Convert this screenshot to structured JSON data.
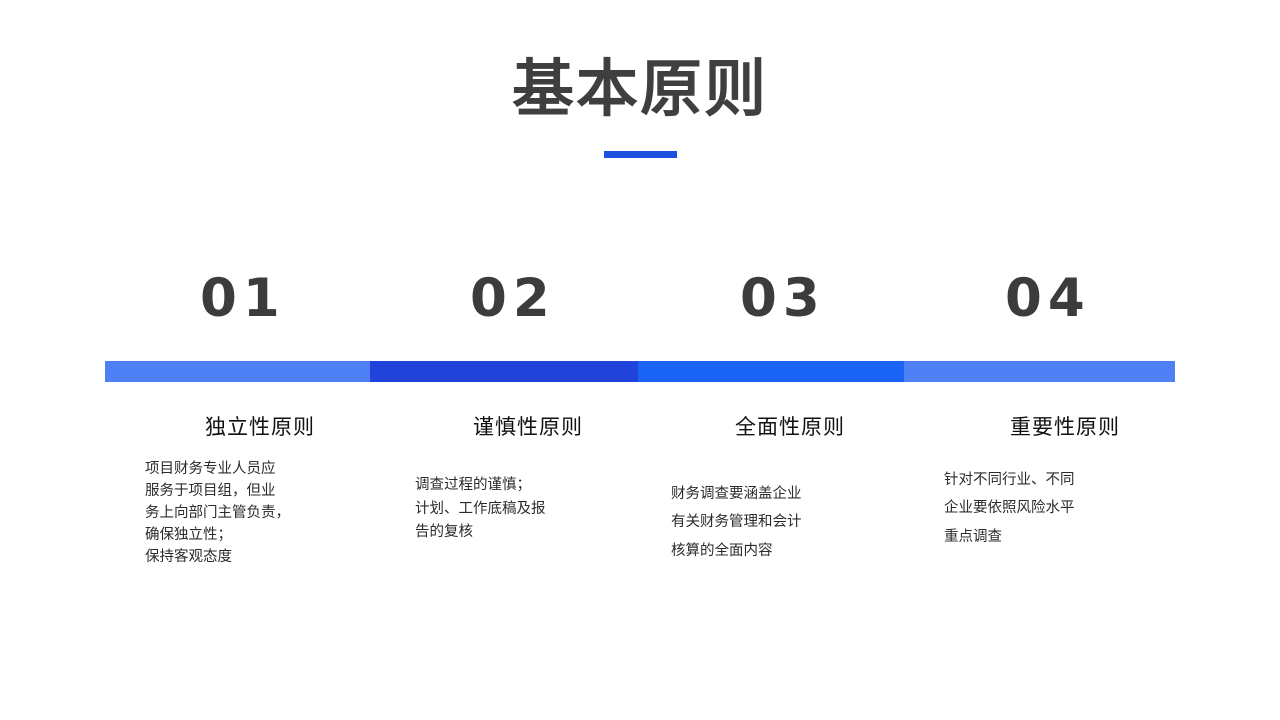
{
  "slide": {
    "title": "基本原则",
    "accent_color": "#1b4fe0",
    "title_color": "#3f3f3f",
    "background_color": "#ffffff"
  },
  "timeline": {
    "segments": [
      {
        "number": "01",
        "color": "#4d7ff5"
      },
      {
        "number": "02",
        "color": "#2143d9"
      },
      {
        "number": "03",
        "color": "#1a64f5"
      },
      {
        "number": "04",
        "color": "#4f80f6"
      }
    ]
  },
  "columns": [
    {
      "number": "01",
      "heading": "独立性原则",
      "body": "项目财务专业人员应\n服务于项目组，但业\n务上向部门主管负责，\n确保独立性；\n保持客观态度"
    },
    {
      "number": "02",
      "heading": "谨慎性原则",
      "body": "调查过程的谨慎；\n计划、工作底稿及报\n告的复核"
    },
    {
      "number": "03",
      "heading": "全面性原则",
      "body": "财务调查要涵盖企业\n有关财务管理和会计\n核算的全面内容"
    },
    {
      "number": "04",
      "heading": "重要性原则",
      "body": "针对不同行业、不同\n企业要依照风险水平\n重点调查"
    }
  ]
}
